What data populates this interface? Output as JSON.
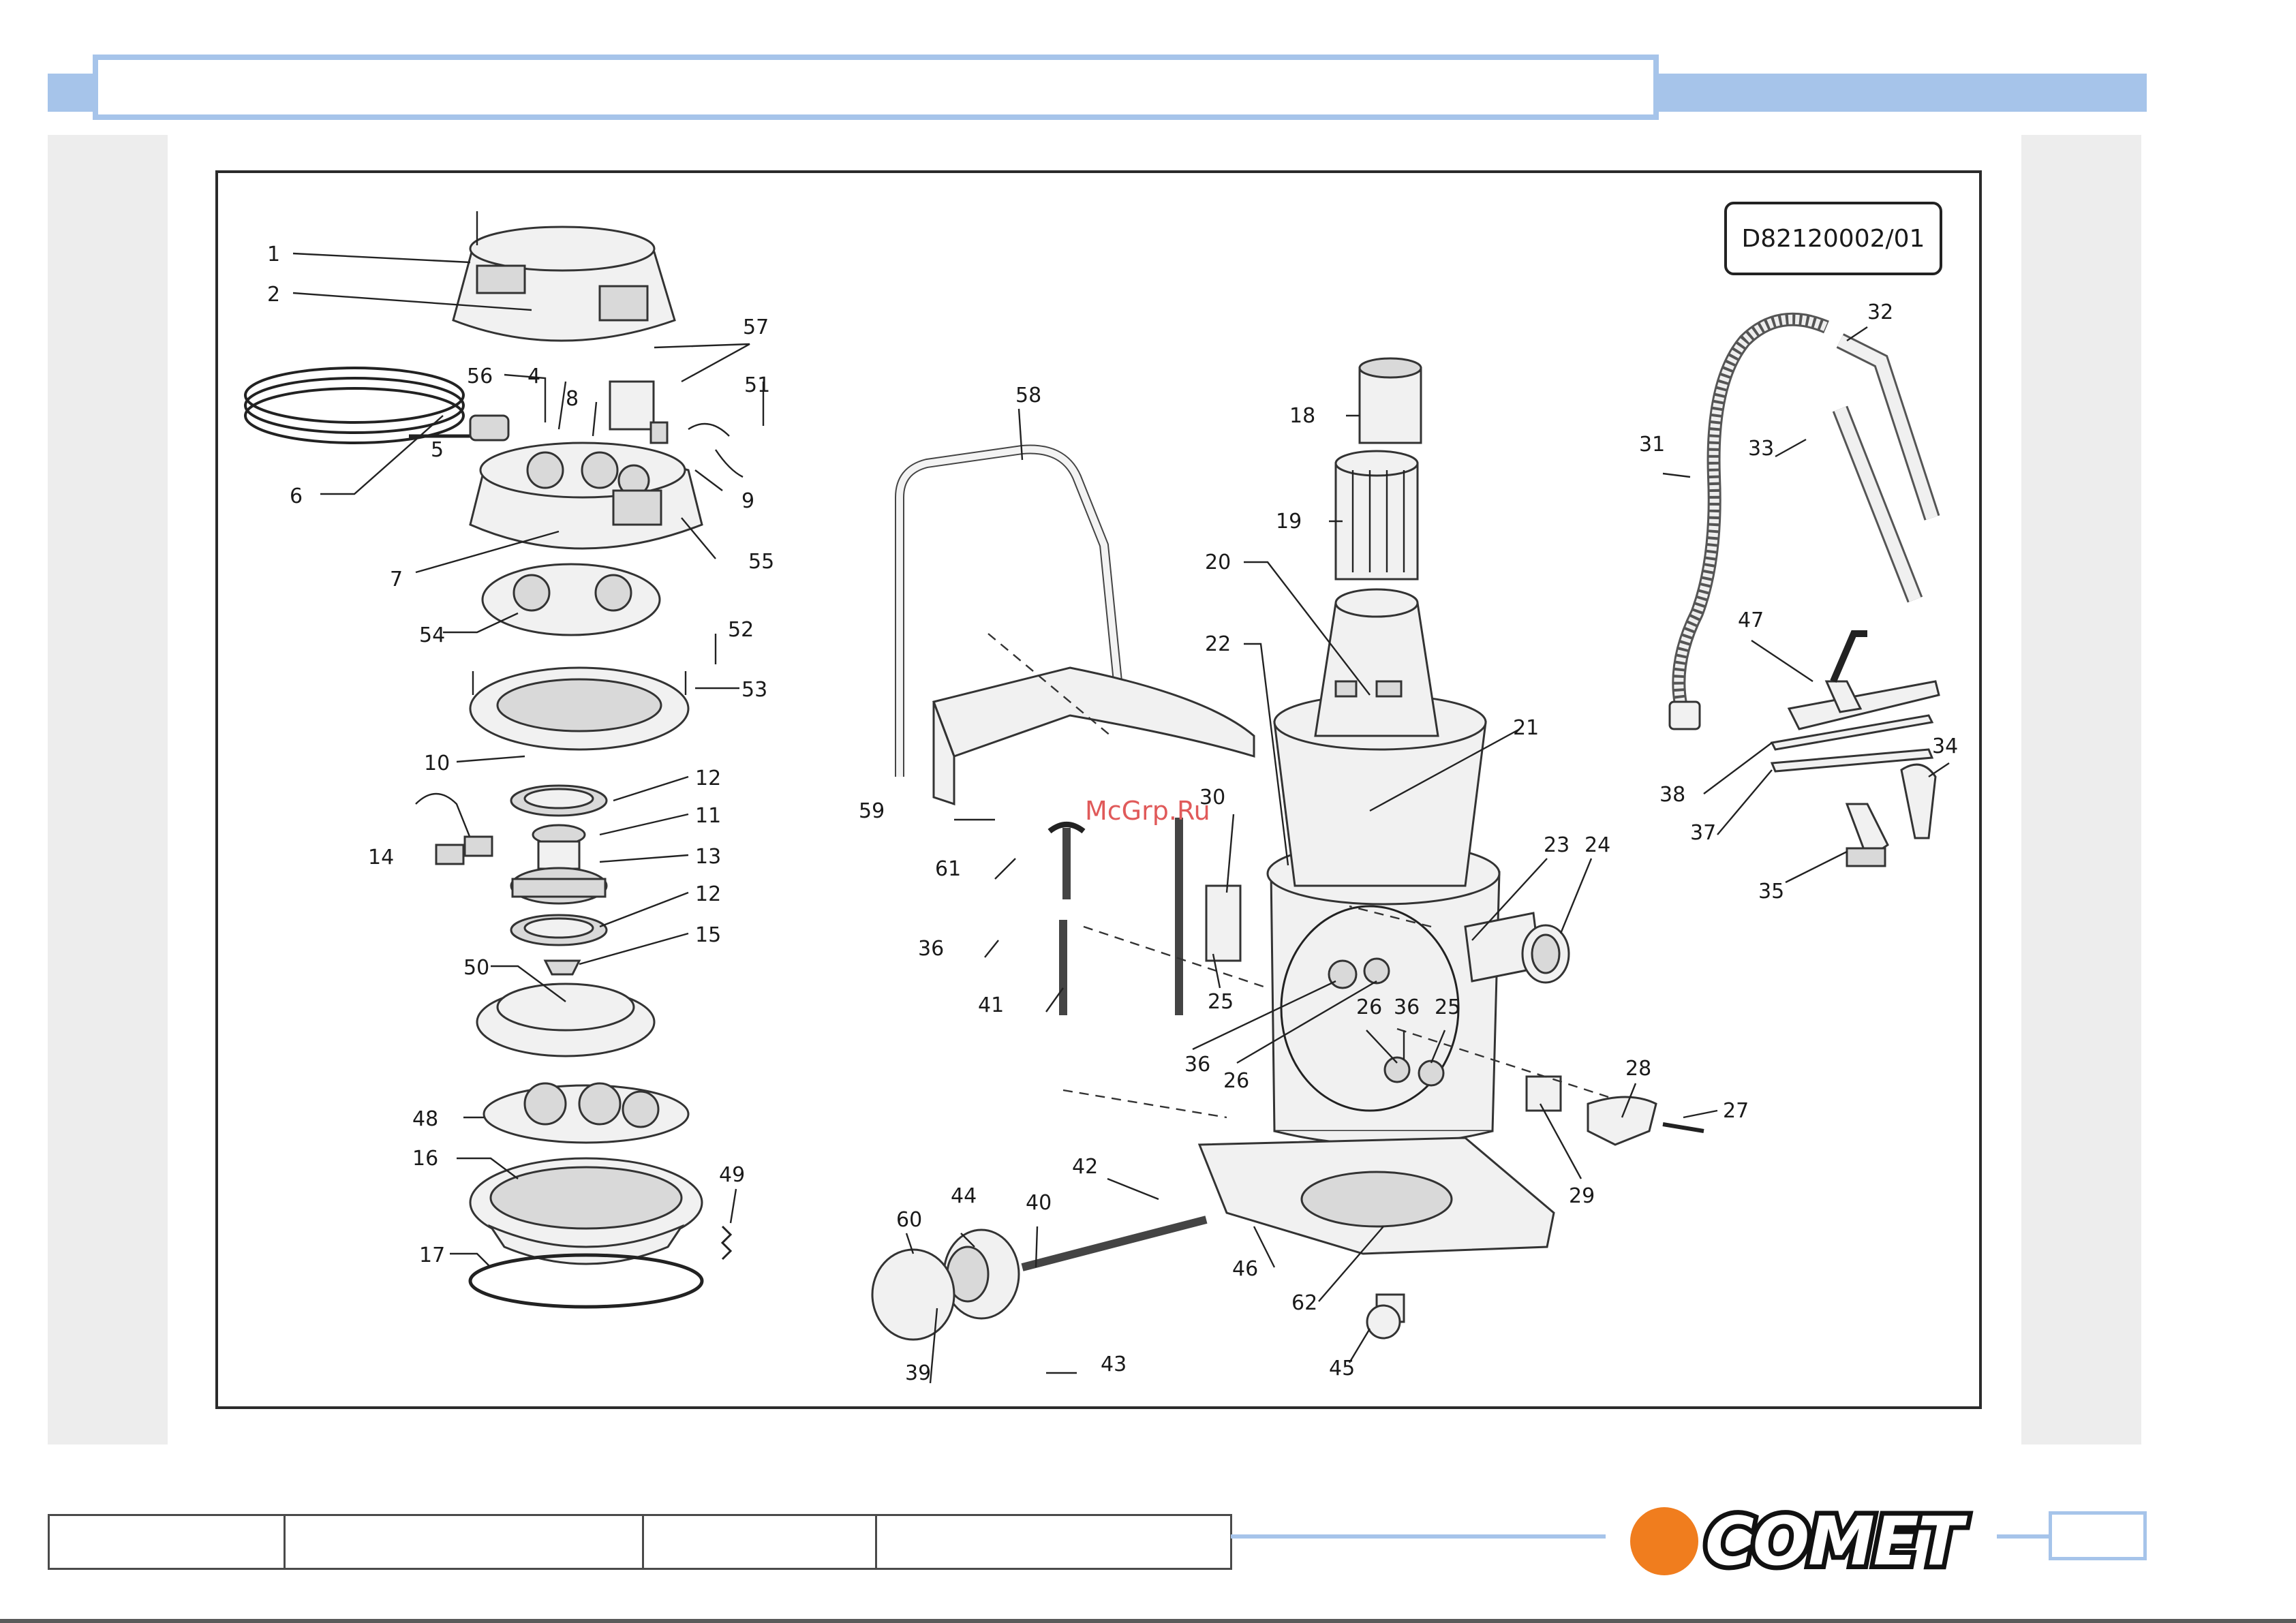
{
  "drawing_code": "D82120002/01",
  "watermark": "McGrp.Ru",
  "brand": "COMET",
  "colors": {
    "header_blue": "#a6c4ea",
    "logo_orange": "#f07d1e",
    "gutter_gray": "#ededed"
  },
  "callouts": {
    "c1": "1",
    "c2": "2",
    "c4": "4",
    "c5": "5",
    "c6": "6",
    "c7": "7",
    "c8": "8",
    "c9": "9",
    "c10": "10",
    "c11": "11",
    "c12a": "12",
    "c12b": "12",
    "c13": "13",
    "c14": "14",
    "c15": "15",
    "c16": "16",
    "c17": "17",
    "c18": "18",
    "c19": "19",
    "c20": "20",
    "c21": "21",
    "c22": "22",
    "c23": "23",
    "c24": "24",
    "c25a": "25",
    "c25b": "25",
    "c26a": "26",
    "c26b": "26",
    "c27": "27",
    "c28": "28",
    "c29": "29",
    "c30": "30",
    "c31": "31",
    "c32": "32",
    "c33": "33",
    "c34": "34",
    "c35": "35",
    "c36a": "36",
    "c36b": "36",
    "c36c": "36",
    "c37": "37",
    "c38": "38",
    "c39": "39",
    "c40": "40",
    "c41": "41",
    "c42": "42",
    "c43": "43",
    "c44": "44",
    "c45": "45",
    "c46": "46",
    "c47": "47",
    "c48": "48",
    "c49": "49",
    "c50": "50",
    "c51": "51",
    "c52": "52",
    "c53": "53",
    "c54": "54",
    "c55": "55",
    "c56": "56",
    "c57": "57",
    "c58": "58",
    "c59": "59",
    "c60": "60",
    "c61": "61",
    "c62": "62"
  }
}
